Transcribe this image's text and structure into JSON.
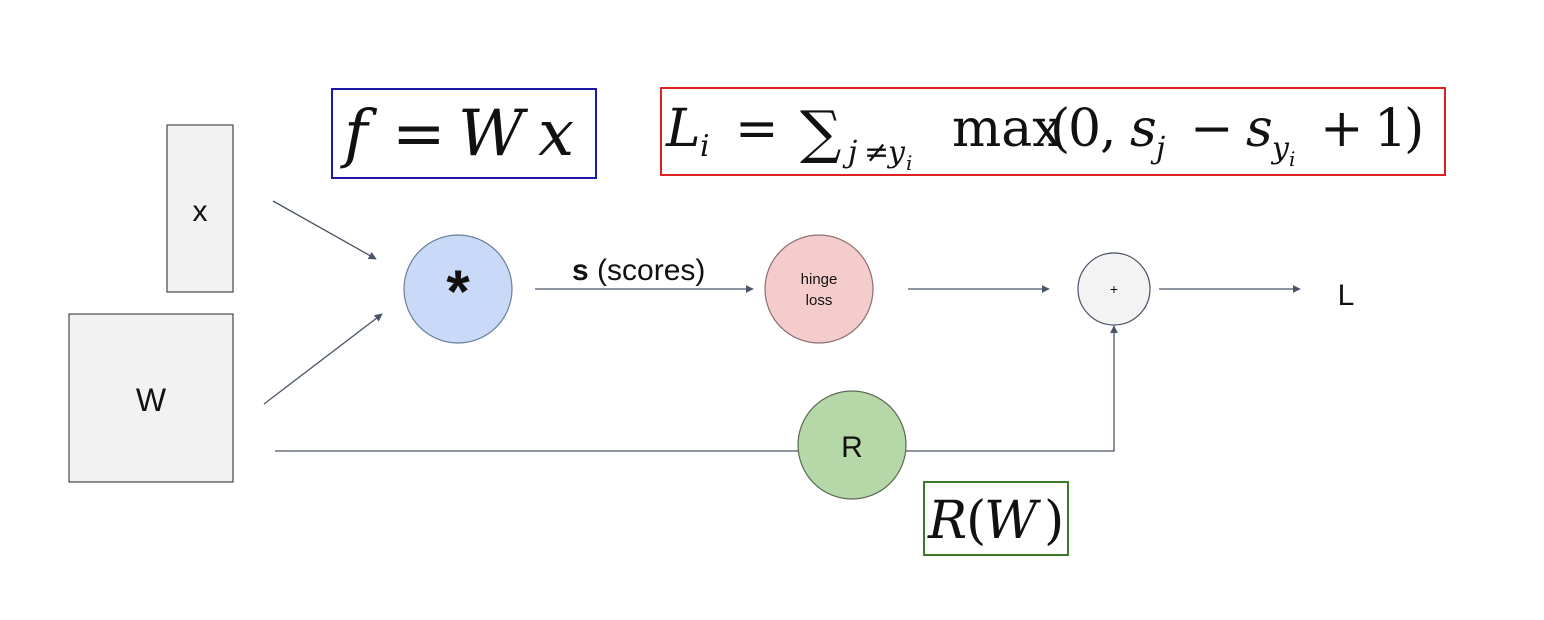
{
  "nodes": {
    "x": "x",
    "w": "W",
    "multiply": "*",
    "hinge_line1": "hinge",
    "hinge_line2": "loss",
    "plus": "+",
    "reg": "R",
    "output": "L"
  },
  "edges": {
    "scores_bold": "s",
    "scores_rest": " (scores)"
  },
  "formulas": {
    "f": {
      "f": "f",
      "eq": "=",
      "w": "W",
      "x": "x"
    },
    "loss": {
      "L": "L",
      "i": "i",
      "eq": "=",
      "sum": "∑",
      "sub_j": "j",
      "sub_ne": "≠",
      "sub_y": "y",
      "sub_yi": "i",
      "max": "max",
      "open": "(",
      "zero": "0",
      "comma": ",",
      "s1": "s",
      "j": "j",
      "minus": "−",
      "s2": "s",
      "y": "y",
      "yi": "i",
      "plus": "+",
      "one": "1",
      "close": ")"
    },
    "reg": {
      "R": "R",
      "open": "(",
      "W": "W",
      "close": ")"
    }
  },
  "colors": {
    "input_fill": "#f2f2f2",
    "multiply_fill": "#c9daf8",
    "hinge_fill": "#f4cccc",
    "plus_fill": "#f3f3f3",
    "reg_fill": "#b6d7a8",
    "arrow": "#4a5568",
    "blue_box": "#1a1aa6",
    "red_box": "#dd2222",
    "green_box": "#3c7a2a"
  }
}
